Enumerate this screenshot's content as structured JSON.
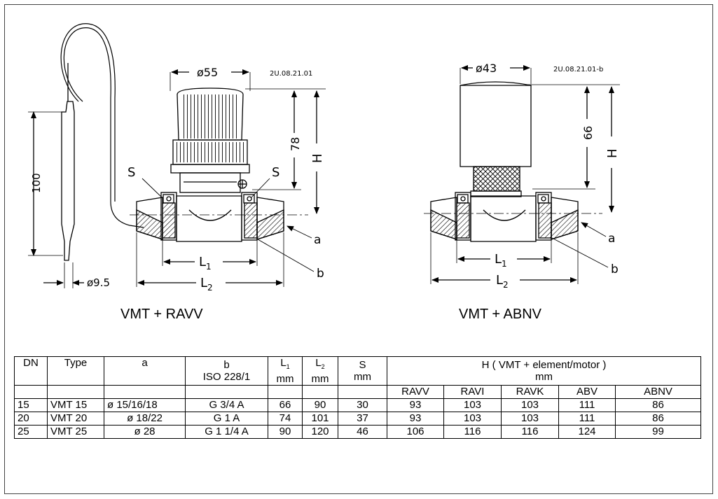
{
  "drawing_left": {
    "code": "2U.08.21.01",
    "dim_top": "ø55",
    "dim_height": "78",
    "dim_H": "H",
    "dim_bulb_length": "100",
    "dim_bulb_diameter": "ø9.5",
    "label_S_left": "S",
    "label_S_right": "S",
    "label_a": "a",
    "label_b": "b",
    "label_L1": "L",
    "label_L1_sub": "1",
    "label_L2": "L",
    "label_L2_sub": "2",
    "caption": "VMT + RAVV"
  },
  "drawing_right": {
    "code": "2U.08.21.01-b",
    "dim_top": "ø43",
    "dim_height": "66",
    "dim_H": "H",
    "label_a": "a",
    "label_b": "b",
    "label_L1": "L",
    "label_L1_sub": "1",
    "label_L2": "L",
    "label_L2_sub": "2",
    "caption": "VMT + ABNV"
  },
  "table": {
    "header": {
      "dn": "DN",
      "type": "Type",
      "a": "a",
      "b_line1": "b",
      "b_line2": "ISO 228/1",
      "l1": "L",
      "l1_sub": "1",
      "l1_unit": "mm",
      "l2": "L",
      "l2_sub": "2",
      "l2_unit": "mm",
      "s": "S",
      "s_unit": "mm",
      "h_title": "H ( VMT + element/motor )",
      "h_unit": "mm"
    },
    "sub_headers": [
      "RAVV",
      "RAVI",
      "RAVK",
      "ABV",
      "ABNV"
    ],
    "rows": [
      [
        "15",
        "VMT 15",
        "ø 15/16/18",
        "G 3/4 A",
        "66",
        "90",
        "30",
        "93",
        "103",
        "103",
        "111",
        "86"
      ],
      [
        "20",
        "VMT 20",
        "ø 18/22",
        "G 1 A",
        "74",
        "101",
        "37",
        "93",
        "103",
        "103",
        "111",
        "86"
      ],
      [
        "25",
        "VMT 25",
        "ø 28",
        "G 1 1/4 A",
        "90",
        "120",
        "46",
        "106",
        "116",
        "116",
        "124",
        "99"
      ]
    ]
  }
}
